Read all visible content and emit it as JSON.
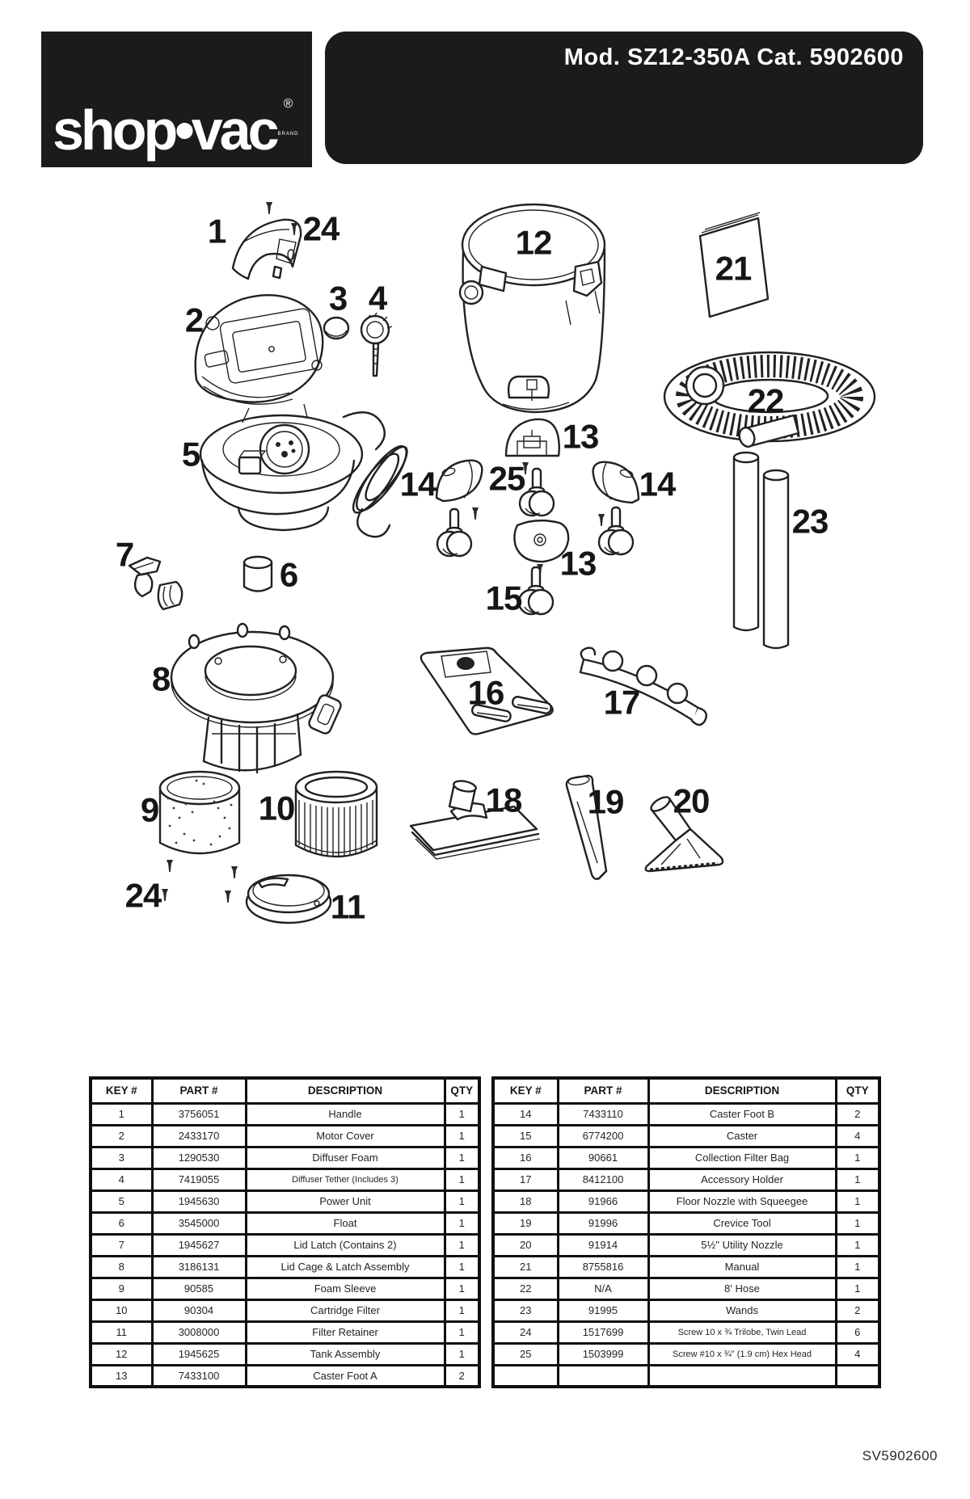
{
  "header": {
    "brand": "shop•vac",
    "brand_registered": "®",
    "brand_sub": "BRAND",
    "model_line": "Mod. SZ12-350A  Cat. 5902600"
  },
  "diagram": {
    "labels": {
      "k1": "1",
      "k2": "2",
      "k3": "3",
      "k4": "4",
      "k5": "5",
      "k6": "6",
      "k7": "7",
      "k8": "8",
      "k9": "9",
      "k10": "10",
      "k11": "11",
      "k12": "12",
      "k13": "13",
      "k14": "14",
      "k15": "15",
      "k16": "16",
      "k17": "17",
      "k18": "18",
      "k19": "19",
      "k20": "20",
      "k21": "21",
      "k22": "22",
      "k23": "23",
      "k24": "24",
      "k25": "25"
    }
  },
  "parts_table": {
    "columns": [
      "KEY #",
      "PART #",
      "DESCRIPTION",
      "QTY"
    ],
    "left_rows": [
      [
        "1",
        "3756051",
        "Handle",
        "1"
      ],
      [
        "2",
        "2433170",
        "Motor Cover",
        "1"
      ],
      [
        "3",
        "1290530",
        "Diffuser Foam",
        "1"
      ],
      [
        "4",
        "7419055",
        "Diffuser Tether (Includes 3)",
        "1"
      ],
      [
        "5",
        "1945630",
        "Power Unit",
        "1"
      ],
      [
        "6",
        "3545000",
        "Float",
        "1"
      ],
      [
        "7",
        "1945627",
        "Lid Latch (Contains 2)",
        "1"
      ],
      [
        "8",
        "3186131",
        "Lid Cage & Latch Assembly",
        "1"
      ],
      [
        "9",
        "90585",
        "Foam Sleeve",
        "1"
      ],
      [
        "10",
        "90304",
        "Cartridge Filter",
        "1"
      ],
      [
        "11",
        "3008000",
        "Filter Retainer",
        "1"
      ],
      [
        "12",
        "1945625",
        "Tank Assembly",
        "1"
      ],
      [
        "13",
        "7433100",
        "Caster Foot A",
        "2"
      ]
    ],
    "right_rows": [
      [
        "14",
        "7433110",
        "Caster Foot B",
        "2"
      ],
      [
        "15",
        "6774200",
        "Caster",
        "4"
      ],
      [
        "16",
        "90661",
        "Collection Filter Bag",
        "1"
      ],
      [
        "17",
        "8412100",
        "Accessory Holder",
        "1"
      ],
      [
        "18",
        "91966",
        "Floor Nozzle with Squeegee",
        "1"
      ],
      [
        "19",
        "91996",
        "Crevice Tool",
        "1"
      ],
      [
        "20",
        "91914",
        "5½\" Utility Nozzle",
        "1"
      ],
      [
        "21",
        "8755816",
        "Manual",
        "1"
      ],
      [
        "22",
        "N/A",
        "8' Hose",
        "1"
      ],
      [
        "23",
        "91995",
        "Wands",
        "2"
      ],
      [
        "24",
        "1517699",
        "Screw 10 x ¾ Trilobe, Twin Lead",
        "6"
      ],
      [
        "25",
        "1503999",
        "Screw #10 x ¾\" (1.9 cm) Hex Head",
        "4"
      ],
      [
        "",
        "",
        "",
        ""
      ]
    ]
  },
  "footer": {
    "doc_code": "SV5902600"
  }
}
